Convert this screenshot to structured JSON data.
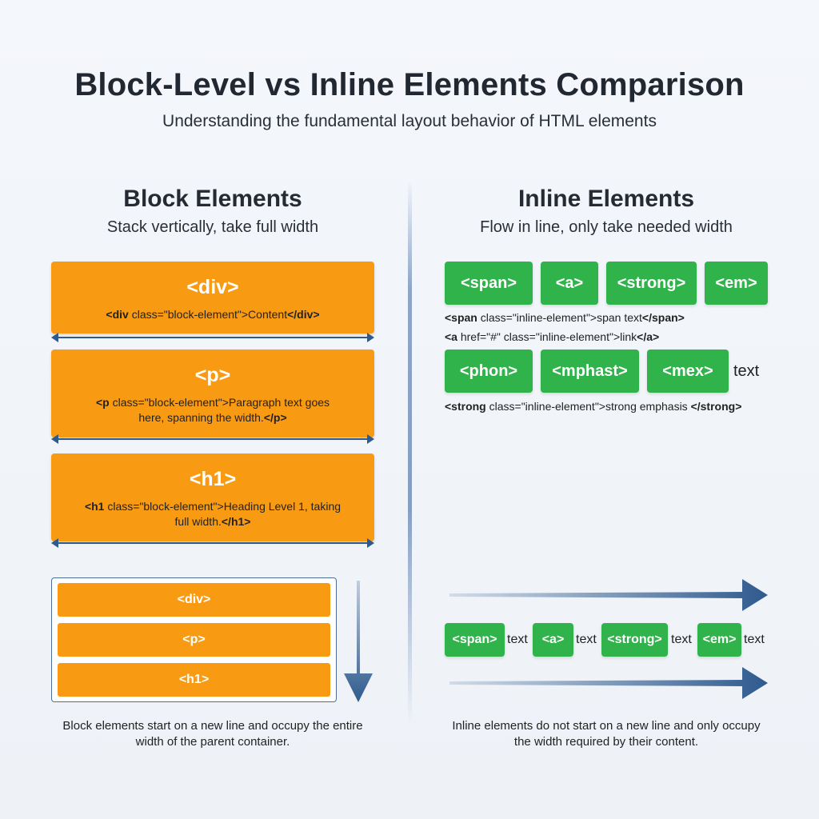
{
  "header": {
    "title": "Block-Level vs Inline Elements Comparison",
    "subtitle": "Understanding the fundamental layout behavior of HTML elements"
  },
  "block": {
    "title": "Block Elements",
    "subtitle": "Stack vertically, take full width",
    "cards": [
      {
        "tag": "<div>",
        "code_open": "<div",
        "code_text": " class=\"block-element\">Content",
        "code_close": "</div>"
      },
      {
        "tag": "<p>",
        "code_open": "<p",
        "code_text": " class=\"block-element\">Paragraph text goes here, spanning the width.",
        "code_close": "</p>"
      },
      {
        "tag": "<h1>",
        "code_open": "<h1",
        "code_text": " class=\"block-element\">Heading Level 1, taking full width.",
        "code_close": "</h1>"
      }
    ],
    "stack": [
      "<div>",
      "<p>",
      "<h1>"
    ],
    "caption": "Block elements start on a new line and occupy the entire width of the parent container."
  },
  "inline": {
    "title": "Inline Elements",
    "subtitle": "Flow in line, only take needed width",
    "row1": [
      "<span>",
      "<a>",
      "<strong>",
      "<em>"
    ],
    "code1_open": "<span",
    "code1_text": " class=\"inline-element\">span text",
    "code1_close": "</span>",
    "code2_open": "<a",
    "code2_text": " href=\"#\" class=\"inline-element\">link",
    "code2_close": "</a>",
    "row2": [
      "<phon>",
      "<mphast>",
      "<mex>"
    ],
    "row2_trailing_text": "text",
    "code3_open": "<strong",
    "code3_text": " class=\"inline-element\">strong emphasis ",
    "code3_close": "</strong>",
    "flow": [
      "<span>",
      "<a>",
      "<strong>",
      "<em>"
    ],
    "flow_text": "text",
    "caption": "Inline elements do not start on a new line and only occupy the width required by their content."
  },
  "colors": {
    "block_orange": "#f99b12",
    "inline_green": "#2fb34a",
    "arrow_blue": "#2e5a8e"
  },
  "icons": {
    "direction_down": "arrow-down-icon",
    "direction_right": "arrow-right-icon"
  }
}
